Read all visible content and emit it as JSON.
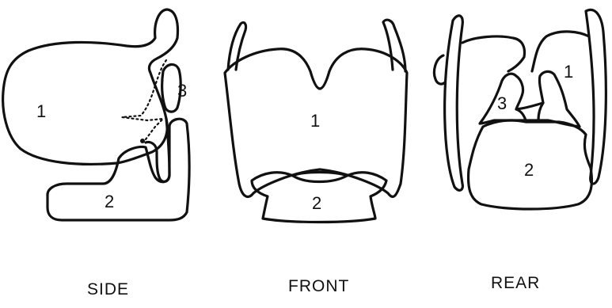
{
  "views": {
    "side": {
      "caption": "SIDE",
      "labels": {
        "thyroid": "1",
        "cricoid": "2",
        "arytenoid": "3"
      }
    },
    "front": {
      "caption": "FRONT",
      "labels": {
        "thyroid": "1",
        "cricoid": "2"
      }
    },
    "rear": {
      "caption": "REAR",
      "labels": {
        "thyroid": "1",
        "cricoid": "2",
        "arytenoid": "3"
      }
    }
  },
  "colors": {
    "ink": "#111111",
    "background": "#ffffff"
  }
}
